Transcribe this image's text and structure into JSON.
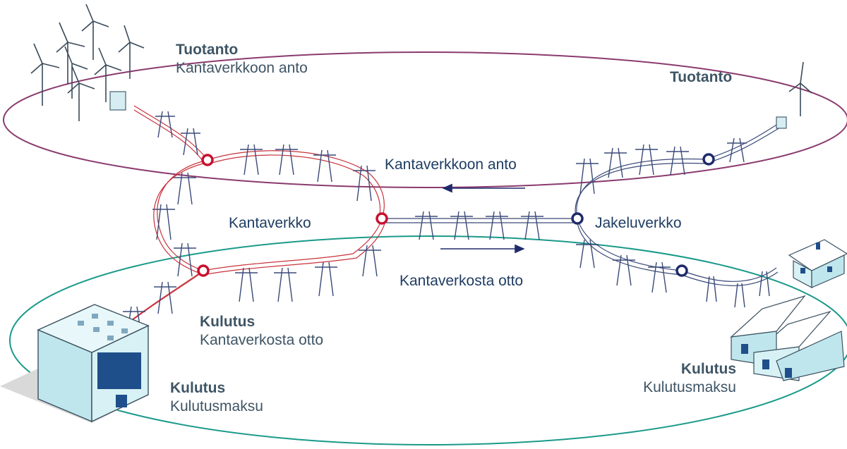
{
  "labels": {
    "production_left_title": "Tuotanto",
    "production_left_sub": "Kantaverkkoon anto",
    "production_right_title": "Tuotanto",
    "flow_to_grid": "Kantaverkkoon anto",
    "grid": "Kantaverkko",
    "distribution": "Jakeluverkko",
    "flow_from_grid": "Kantaverkosta otto",
    "consumption_mid_title": "Kulutus",
    "consumption_mid_sub": "Kantaverkosta otto",
    "consumption_left_title": "Kulutus",
    "consumption_left_sub": "Kulutusmaksu",
    "consumption_right_title": "Kulutus",
    "consumption_right_sub": "Kulutusmaksu"
  },
  "colors": {
    "production_ellipse": "#8a3a6e",
    "consumption_ellipse": "#1a9a8a",
    "grid_lines": "#c8323c",
    "grid_node": "#c8102e",
    "distribution_node": "#1f2a6b",
    "distribution_lines": "#3a4a78",
    "arrow": "#1f2a6b",
    "building": "#bfe6ec"
  },
  "icons": [
    "wind-turbine-icon",
    "transformer-icon",
    "transmission-tower-icon",
    "factory-building-icon",
    "house-icon",
    "warehouse-icon"
  ]
}
